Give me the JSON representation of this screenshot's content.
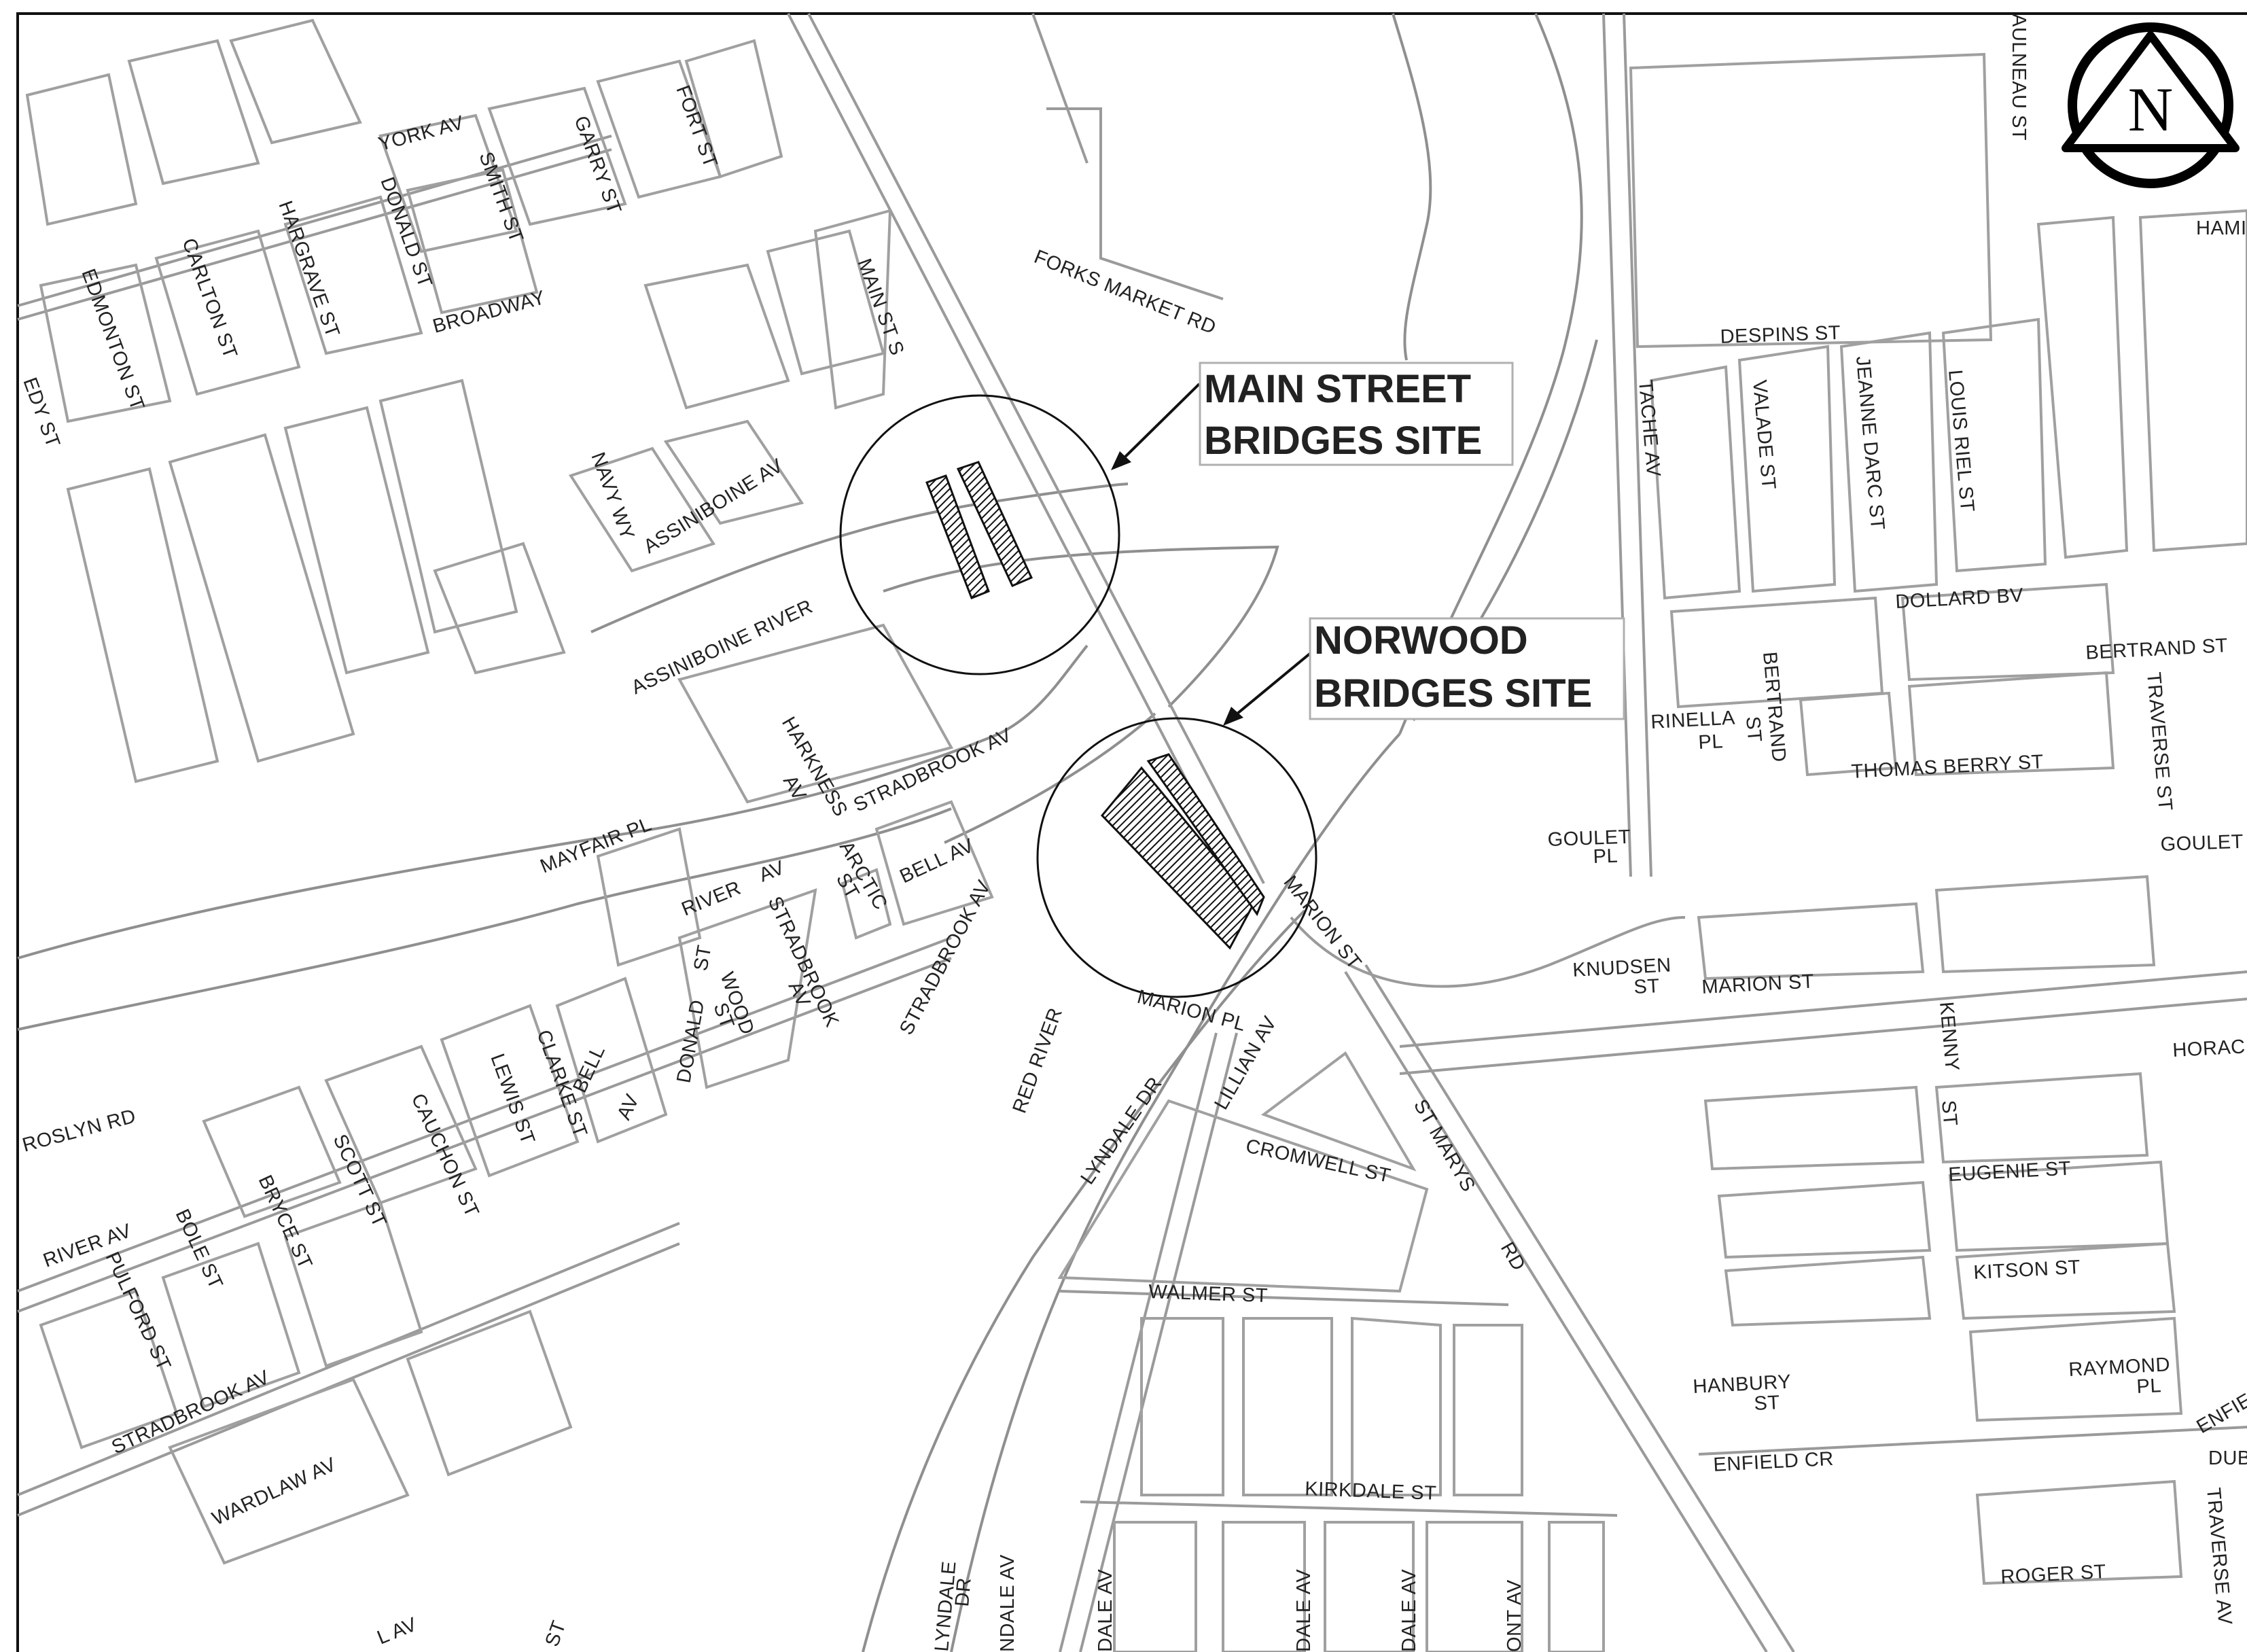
{
  "callouts": {
    "main_street_line1": "MAIN STREET",
    "main_street_line2": "BRIDGES SITE",
    "norwood_line1": "NORWOOD",
    "norwood_line2": "BRIDGES SITE"
  },
  "north_arrow": {
    "letter": "N",
    "icon": "north-arrow-icon"
  },
  "colors": {
    "streets": "#9a9a9a",
    "ink": "#111111",
    "background": "#ffffff"
  },
  "labels": {
    "york_av": "YORK AV",
    "fort_st": "FORT ST",
    "garry_st": "GARRY ST",
    "smith_st": "SMITH ST",
    "donald_st": "DONALD ST",
    "hargrave_st": "HARGRAVE ST",
    "carlton_st": "CARLTON ST",
    "edmonton_st": "EDMONTON ST",
    "kennedy_st": "EDY ST",
    "broadway": "BROADWAY",
    "main_st_s": "MAIN ST S",
    "forks_market_rd": "FORKS MARKET RD",
    "navy_wy": "NAVY WY",
    "assiniboine_av": "ASSINIBOINE AV",
    "assiniboine_river": "ASSINIBOINE RIVER",
    "harkness_av_1": "HARKNESS",
    "harkness_av_2": "AV",
    "stradbrook_av_1": "STRADBROOK AV",
    "mayfair_pl": "MAYFAIR PL",
    "river_av_1": "RIVER",
    "river_av_1b": "AV",
    "arctic_st_1": "ARCTIC",
    "arctic_st_2": "ST",
    "bell_av_1": "BELL AV",
    "stradbrook_av_2": "STRADBROOK AV",
    "stradbrook_av_3a": "STRADBROOK",
    "stradbrook_av_3b": "AV",
    "donald_st_2a": "DONALD",
    "donald_st_2b": "ST",
    "wood_st_a": "WOOD",
    "wood_st_b": "ST",
    "red_river": "RED RIVER",
    "marion_pl": "MARION  PL",
    "marion_st_1": "MARION  ST",
    "lyndale_dr": "LYNDALE DR",
    "lillian_av": "LILLIAN  AV",
    "cromwell_st": "CROMWELL ST",
    "st_marys_rd_a": "ST MARYS",
    "st_marys_rd_b": "RD",
    "walmer_st": "WALMER ST",
    "kirkdale_st": "KIRKDALE ST",
    "lyndale_dr_2a": "LYNDALE",
    "lyndale_dr_2b": "DR",
    "ndale_av": "NDALE AV",
    "dale_av_1": "DALE AV",
    "dale_av_2": "DALE AV",
    "dale_av_3": "DALE AV",
    "ont_av": "ONT AV",
    "roslyn_rd": "ROSLYN RD",
    "river_av_2": "RIVER AV",
    "bole_st": "BOLE ST",
    "pulford_st": "PULFORD ST",
    "bryce_st": "BRYCE ST",
    "scott_st": "SCOTT ST",
    "cauchon_st": "CAUCHON ST",
    "lewis_st": "LEWIS ST",
    "clarke_st": "CLARKE  ST",
    "bell_av_2a": "BELL",
    "bell_av_2b": "AV",
    "stradbrook_av_4": "STRADBROOK AV",
    "wardlaw_av": "WARDLAW AV",
    "l_av": "L AV",
    "st_frag": "ST",
    "aulneau_st": "AULNEAU ST",
    "hamel": "HAMI",
    "despins_st": "DESPINS ST",
    "tache_av": "TACHE AV",
    "valade_st": "VALADE ST",
    "jeanne_darc_st": "JEANNE  DARC ST",
    "louis_riel_st": "LOUIS  RIEL ST",
    "dollard_bv": "DOLLARD BV",
    "bertrand_st_1": "BERTRAND ST",
    "bertrand_st_2a": "BERTRAND",
    "bertrand_st_2b": "ST",
    "rinella_pl_a": "RINELLA",
    "rinella_pl_b": "PL",
    "traverse_st_1": "TRAVERSE ST",
    "thomas_berry_st": "THOMAS  BERRY ST",
    "goulet_pl_a": "GOULET",
    "goulet_pl_b": "PL",
    "goulet_st": "GOULET",
    "knudsen_st_a": "KNUDSEN",
    "knudsen_st_b": "ST",
    "marion_st_2": "MARION ST",
    "kenny_st_a": "KENNY",
    "kenny_st_b": "ST",
    "horace": "HORAC",
    "eugenie_st": "EUGENIE ST",
    "kitson_st": "KITSON ST",
    "hanbury_st_a": "HANBURY",
    "hanbury_st_b": "ST",
    "raymond_pl_a": "RAYMOND",
    "raymond_pl_b": "PL",
    "enfield_cr": "ENFIELD CR",
    "enfield_frag": "ENFIE",
    "dub": "DUB",
    "traverse_av": "TRAVERSE AV",
    "roger_st": "ROGER ST"
  }
}
